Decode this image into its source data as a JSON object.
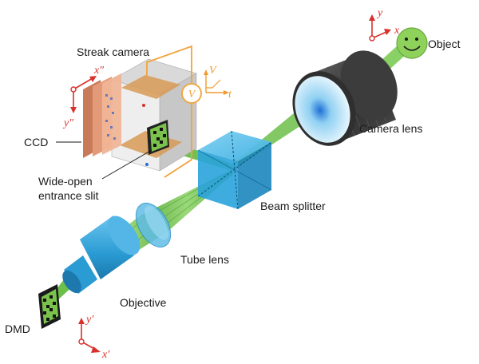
{
  "labels": {
    "object": "Object",
    "streak_camera": "Streak camera",
    "camera_lens": "Camera lens",
    "ccd": "CCD",
    "wide_open_line1": "Wide-open",
    "wide_open_line2": "entrance slit",
    "beam_splitter": "Beam splitter",
    "tube_lens": "Tube lens",
    "objective": "Objective",
    "dmd": "DMD"
  },
  "axes": {
    "object": {
      "x": "x",
      "y": "y"
    },
    "ccd": {
      "x": "x″",
      "y": "y″"
    },
    "dmd": {
      "x": "x′",
      "y": "y′"
    },
    "sweep": {
      "v": "V",
      "t": "t",
      "voltage_symbol": "V"
    }
  },
  "colors": {
    "beam": "#6cc04a",
    "beam_dark": "#3f8f2a",
    "optic_blue": "#2aa3dc",
    "sweep_orange": "#f2a23a",
    "axis_red": "#d9302c",
    "axis_orange": "#f29a2e",
    "lens_barrel": "#3d3d3d",
    "ccd_salmon": "#e39a78"
  }
}
